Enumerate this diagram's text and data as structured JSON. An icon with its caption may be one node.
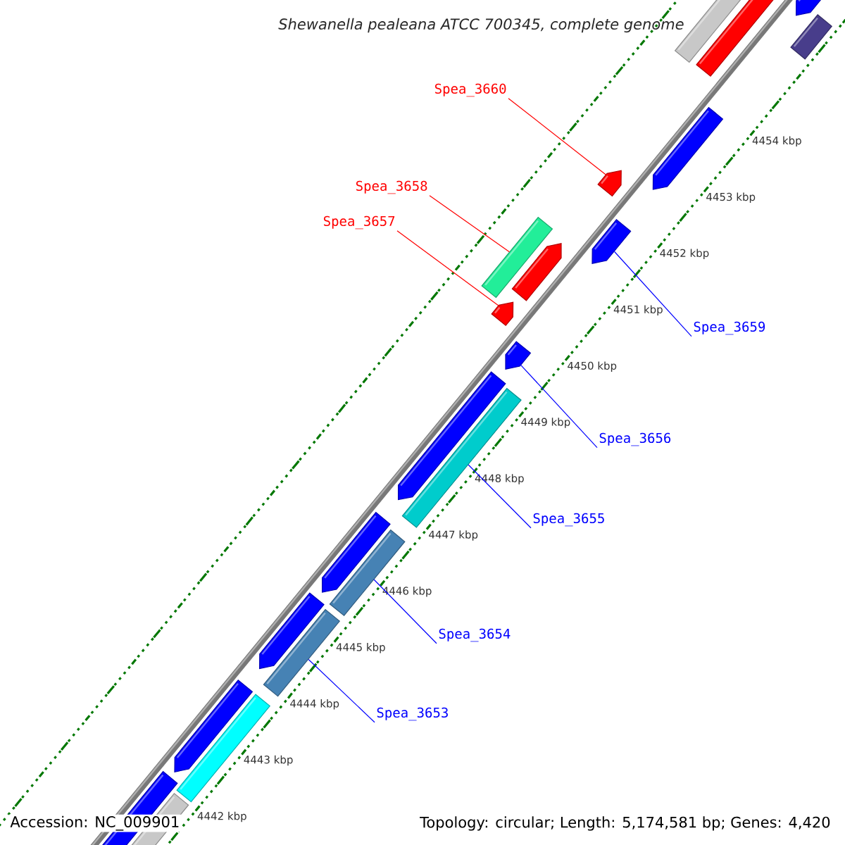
{
  "diagram": {
    "title": "Shewanella pealeana ATCC 700345, complete genome",
    "nodes": [
      {
        "text": [
          "Spea_3660"
        ]
      },
      {
        "text": [
          "Spea_3658"
        ]
      },
      {
        "text": [
          "Spea_3657"
        ]
      },
      {
        "text": [
          "Spea_3659"
        ]
      },
      {
        "text": [
          "Spea_3656"
        ]
      },
      {
        "text": [
          "Spea_3655"
        ]
      },
      {
        "text": [
          "Spea_3654"
        ]
      },
      {
        "text": [
          "Spea_3653"
        ]
      },
      {
        "text": [],
        "shape": "bar"
      },
      {
        "text": [],
        "shape": "bar"
      },
      {
        "text": [],
        "shape": "bar"
      },
      {
        "text": [],
        "shape": "bar"
      },
      {
        "text": [],
        "shape": "bar"
      },
      {
        "text": [],
        "shape": "bar"
      },
      {
        "text": [],
        "shape": "bar"
      },
      {
        "text": [],
        "shape": "bar"
      }
    ],
    "edges": [
      {
        "from": 0,
        "to": 8,
        "arrow": "none",
        "color": "#ff0000"
      },
      {
        "from": 1,
        "to": 10,
        "arrow": "none",
        "color": "#ff0000"
      },
      {
        "from": 2,
        "to": 11,
        "arrow": "none",
        "color": "#ff0000"
      },
      {
        "from": 3,
        "to": 9,
        "arrow": "none"
      },
      {
        "from": 4,
        "to": 12,
        "arrow": "none"
      },
      {
        "from": 5,
        "to": 13,
        "arrow": "none"
      },
      {
        "from": 6,
        "to": 14,
        "arrow": "none"
      },
      {
        "from": 7,
        "to": 15,
        "arrow": "none"
      }
    ],
    "labels": [
      "4454 kbp",
      "4453 kbp",
      "4452 kbp",
      "4451 kbp",
      "4450 kbp",
      "4449 kbp",
      "4448 kbp",
      "4447 kbp",
      "4446 kbp",
      "4445 kbp",
      "4444 kbp",
      "4443 kbp",
      "4442 kbp",
      "Accession: NC_009901",
      "Topology: circular; Length: 5,174,581 bp; Genes: 4,420"
    ]
  }
}
